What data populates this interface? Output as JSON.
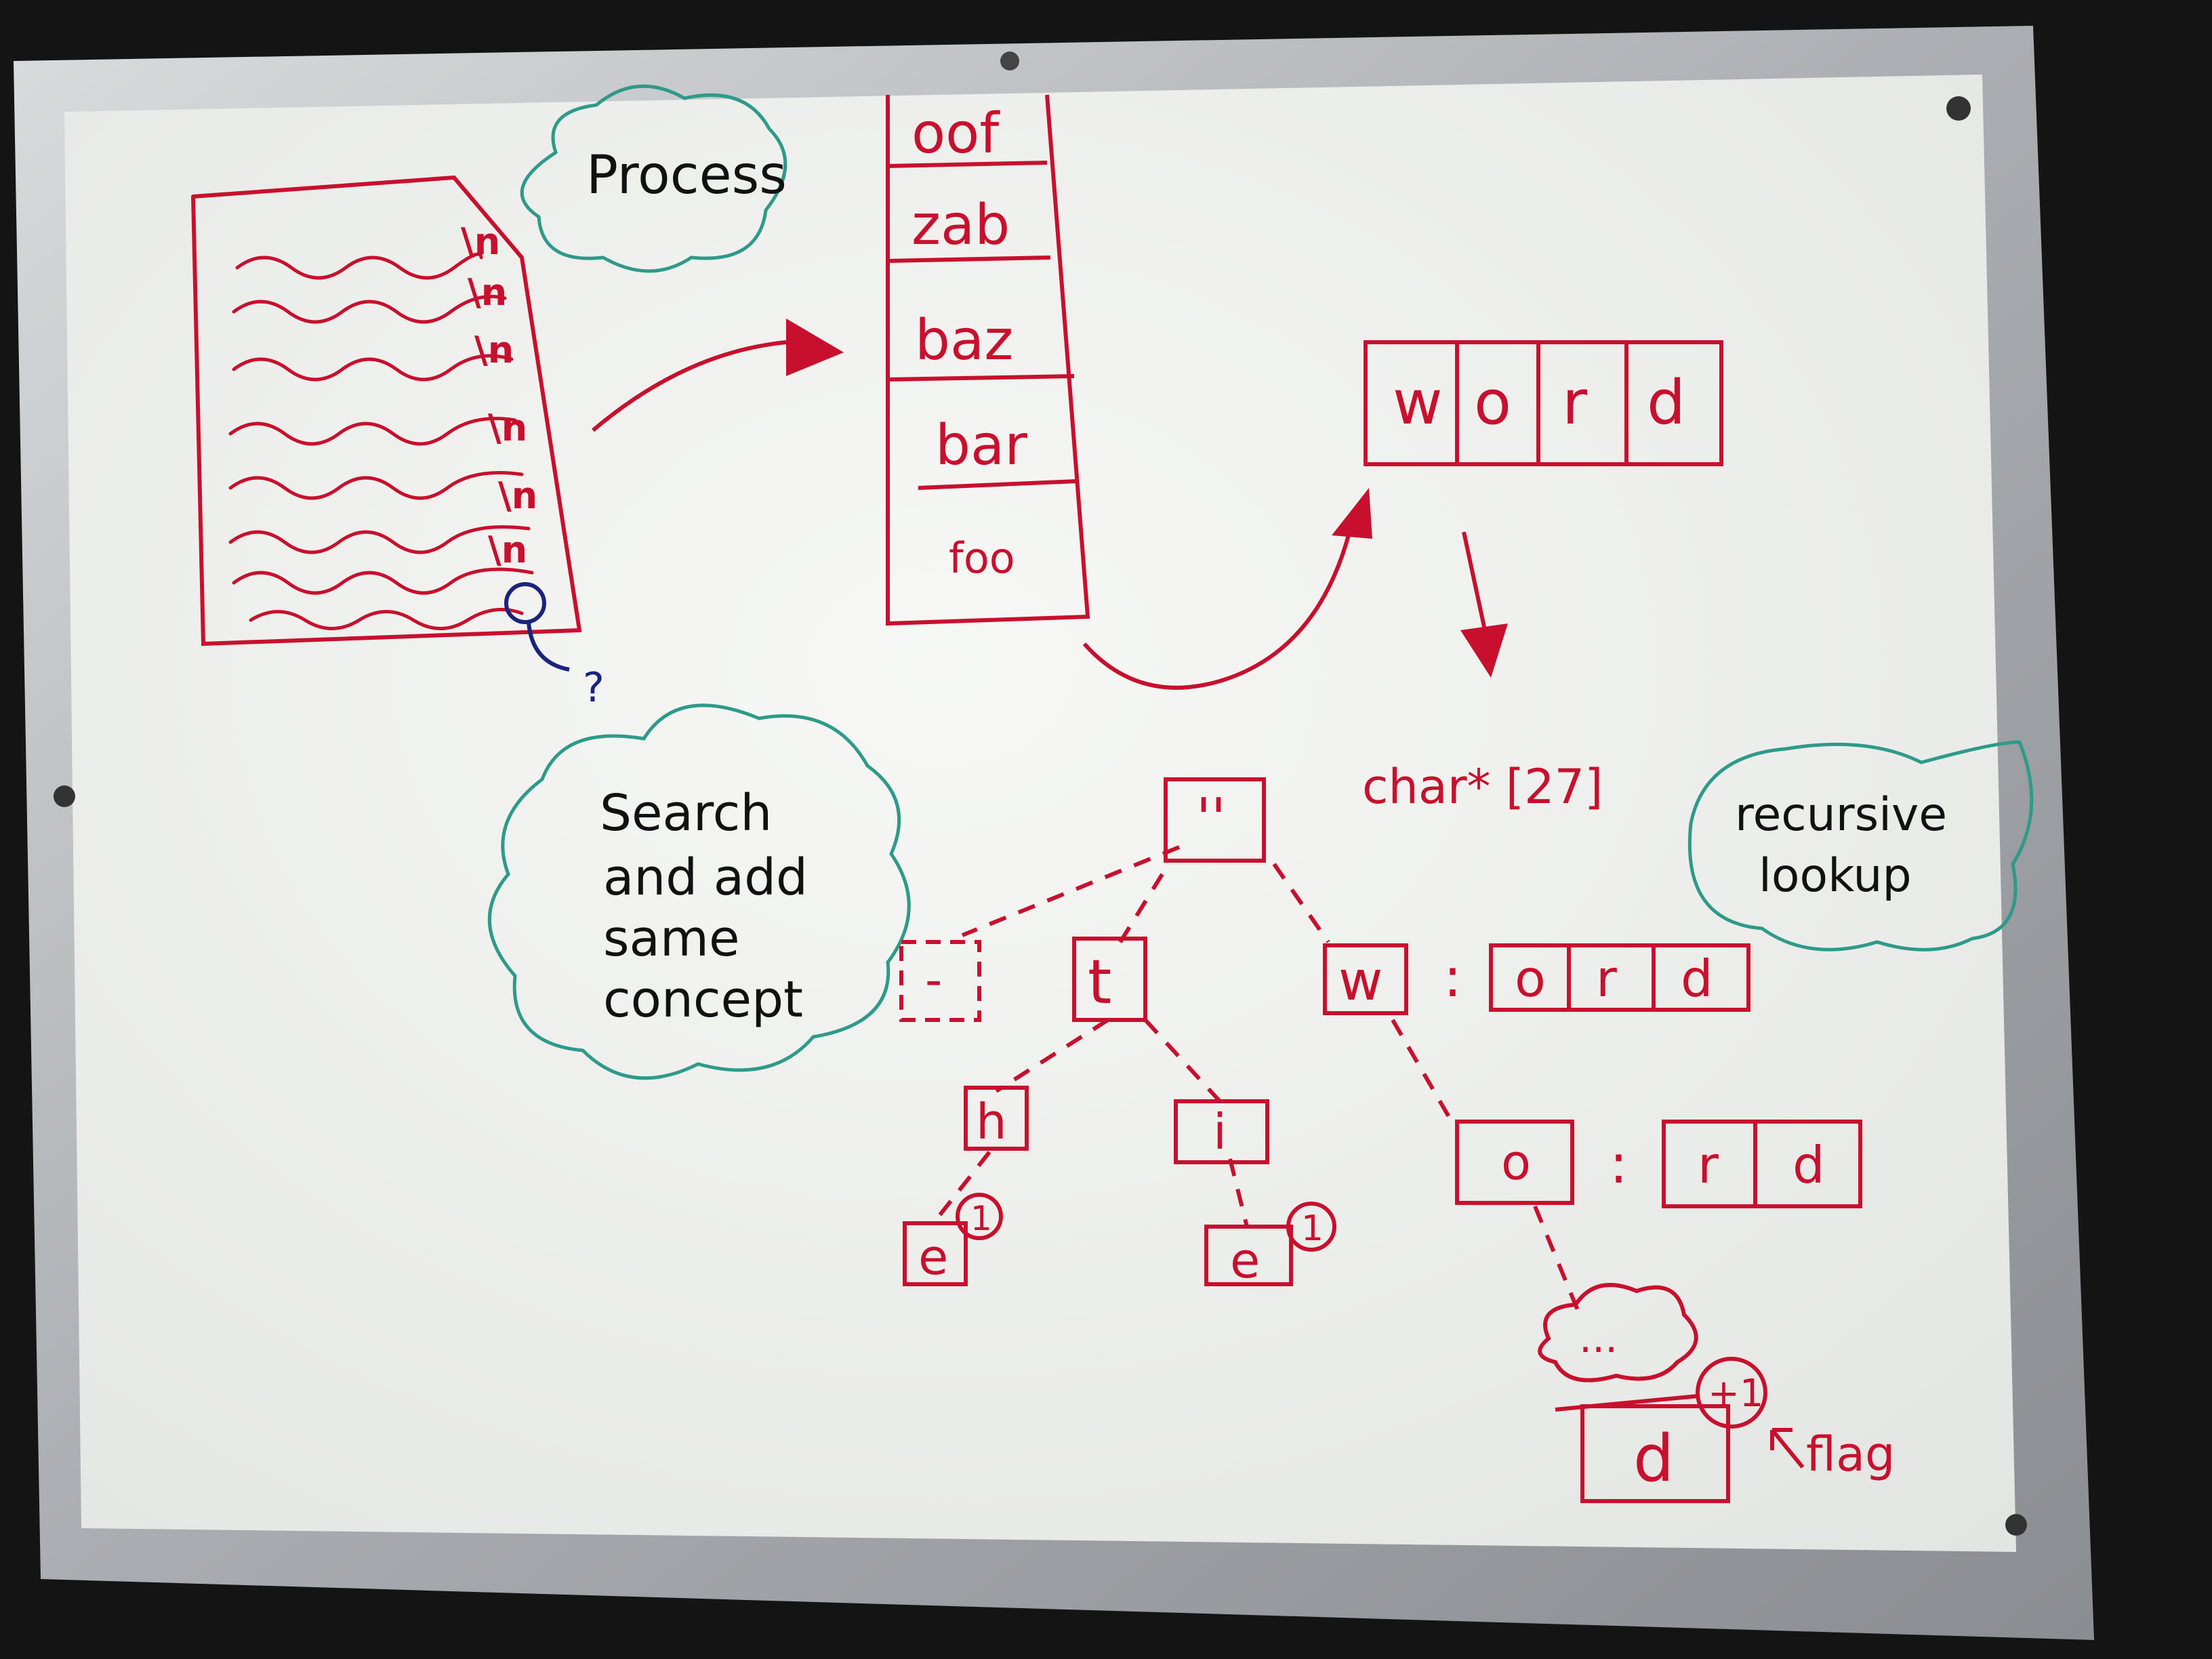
{
  "colors": {
    "ink_red": "#c8102e",
    "ink_black": "#111111",
    "ink_green": "#2e9a8a",
    "ink_blue": "#1a237e",
    "board": "#f4f5f2",
    "frame": "#b9bcbf",
    "background": "#141414"
  },
  "text_file": {
    "line_endings": [
      "\\n",
      "\\n",
      "\\n",
      "\\n",
      "\\n",
      "\\n"
    ],
    "unknown_mark": "?"
  },
  "clouds": {
    "process": "Process",
    "search_lines": [
      "Search",
      "and add",
      "same",
      "concept"
    ],
    "recursive_lines": [
      "recursive",
      "lookup"
    ]
  },
  "stack": {
    "words": [
      "oof",
      "zab",
      "baz",
      "bar",
      "foo"
    ]
  },
  "word_array": {
    "letters": [
      "w",
      "o",
      "r",
      "d"
    ]
  },
  "trie": {
    "root_label": "''",
    "root_annotation": "char* [27]",
    "dashed_node": "-",
    "nodes": {
      "t": "t",
      "w": "w",
      "h": "h",
      "i": "i",
      "e_left": "e",
      "e_right": "e",
      "o": "o",
      "d": "d"
    },
    "w_suffix_sep": ":",
    "w_suffix": [
      "o",
      "r",
      "d"
    ],
    "o_suffix_sep": ":",
    "o_suffix": [
      "r",
      "d"
    ],
    "count_left": "1",
    "count_right": "1",
    "ellipsis": "...",
    "d_count": "+1",
    "flag_label": "flag"
  }
}
